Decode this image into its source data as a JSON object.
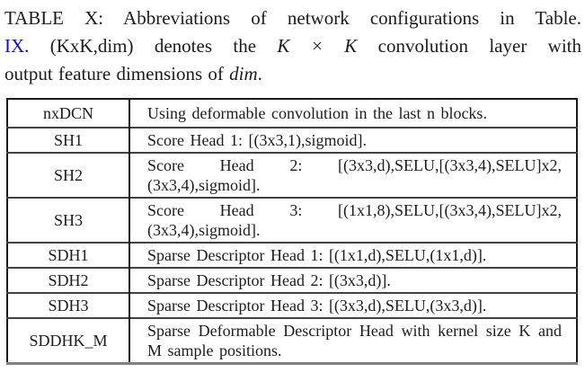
{
  "page": {
    "background": "#ffffff",
    "text_color": "#1c1c1c",
    "link_color": "#0d0dd8"
  },
  "caption": {
    "line1": "TABLE X: Abbreviations of network configurations in Table.",
    "line2": {
      "link": "IX",
      "after_link": ". (KxK,dim) denotes the ",
      "math_k1": "K",
      "times": " × ",
      "math_k2": "K",
      "rest": " convolution layer with"
    },
    "line3": {
      "pre": "output feature dimensions of ",
      "math_dim": "dim",
      "post": "."
    }
  },
  "table": {
    "rows": [
      {
        "abbr": "nxDCN",
        "desc": "Using deformable convolution in the last n blocks."
      },
      {
        "abbr": "SH1",
        "desc": "Score Head 1: [(3x3,1),sigmoid]."
      },
      {
        "abbr": "SH2",
        "desc": "Score Head 2: [(3x3,d),SELU,[(3x3,4),SELU]x2, (3x3,4),sigmoid]."
      },
      {
        "abbr": "SH3",
        "desc": "Score Head 3: [(1x1,8),SELU,[(3x3,4),SELU]x2, (3x3,4),sigmoid]."
      },
      {
        "abbr": "SDH1",
        "desc": "Sparse Descriptor Head 1: [(1x1,d),SELU,(1x1,d)]."
      },
      {
        "abbr": "SDH2",
        "desc": "Sparse Descriptor Head 2: [(3x3,d)]."
      },
      {
        "abbr": "SDH3",
        "desc": "Sparse Descriptor Head 3: [(3x3,d),SELU,(3x3,d)]."
      },
      {
        "abbr": "SDDHK_M",
        "desc": "Sparse Deformable Descriptor Head with kernel size K and M sample positions."
      }
    ]
  }
}
